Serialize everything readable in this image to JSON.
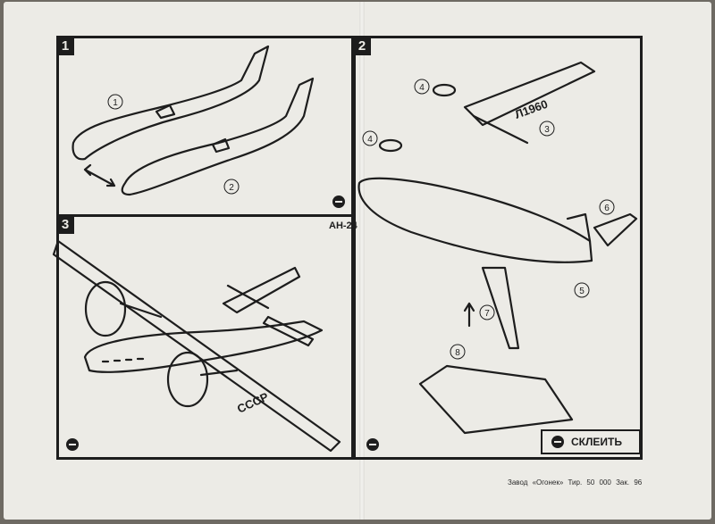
{
  "panels": [
    {
      "number": "1"
    },
    {
      "number": "2"
    },
    {
      "number": "3"
    }
  ],
  "model_label": "АН-24",
  "wing_text": "Л1960",
  "fuselage_text": "СССР",
  "part_callouts": [
    "1",
    "2",
    "3",
    "4",
    "4",
    "5",
    "6",
    "7",
    "8"
  ],
  "legend": {
    "label": "СКЛЕИТЬ"
  },
  "footer": "Завод «Огонек» Тир. 50 000 Зак. 96",
  "colors": {
    "paper": "#ecebe6",
    "ink": "#1d1d1d",
    "background": "#6e6a63"
  }
}
